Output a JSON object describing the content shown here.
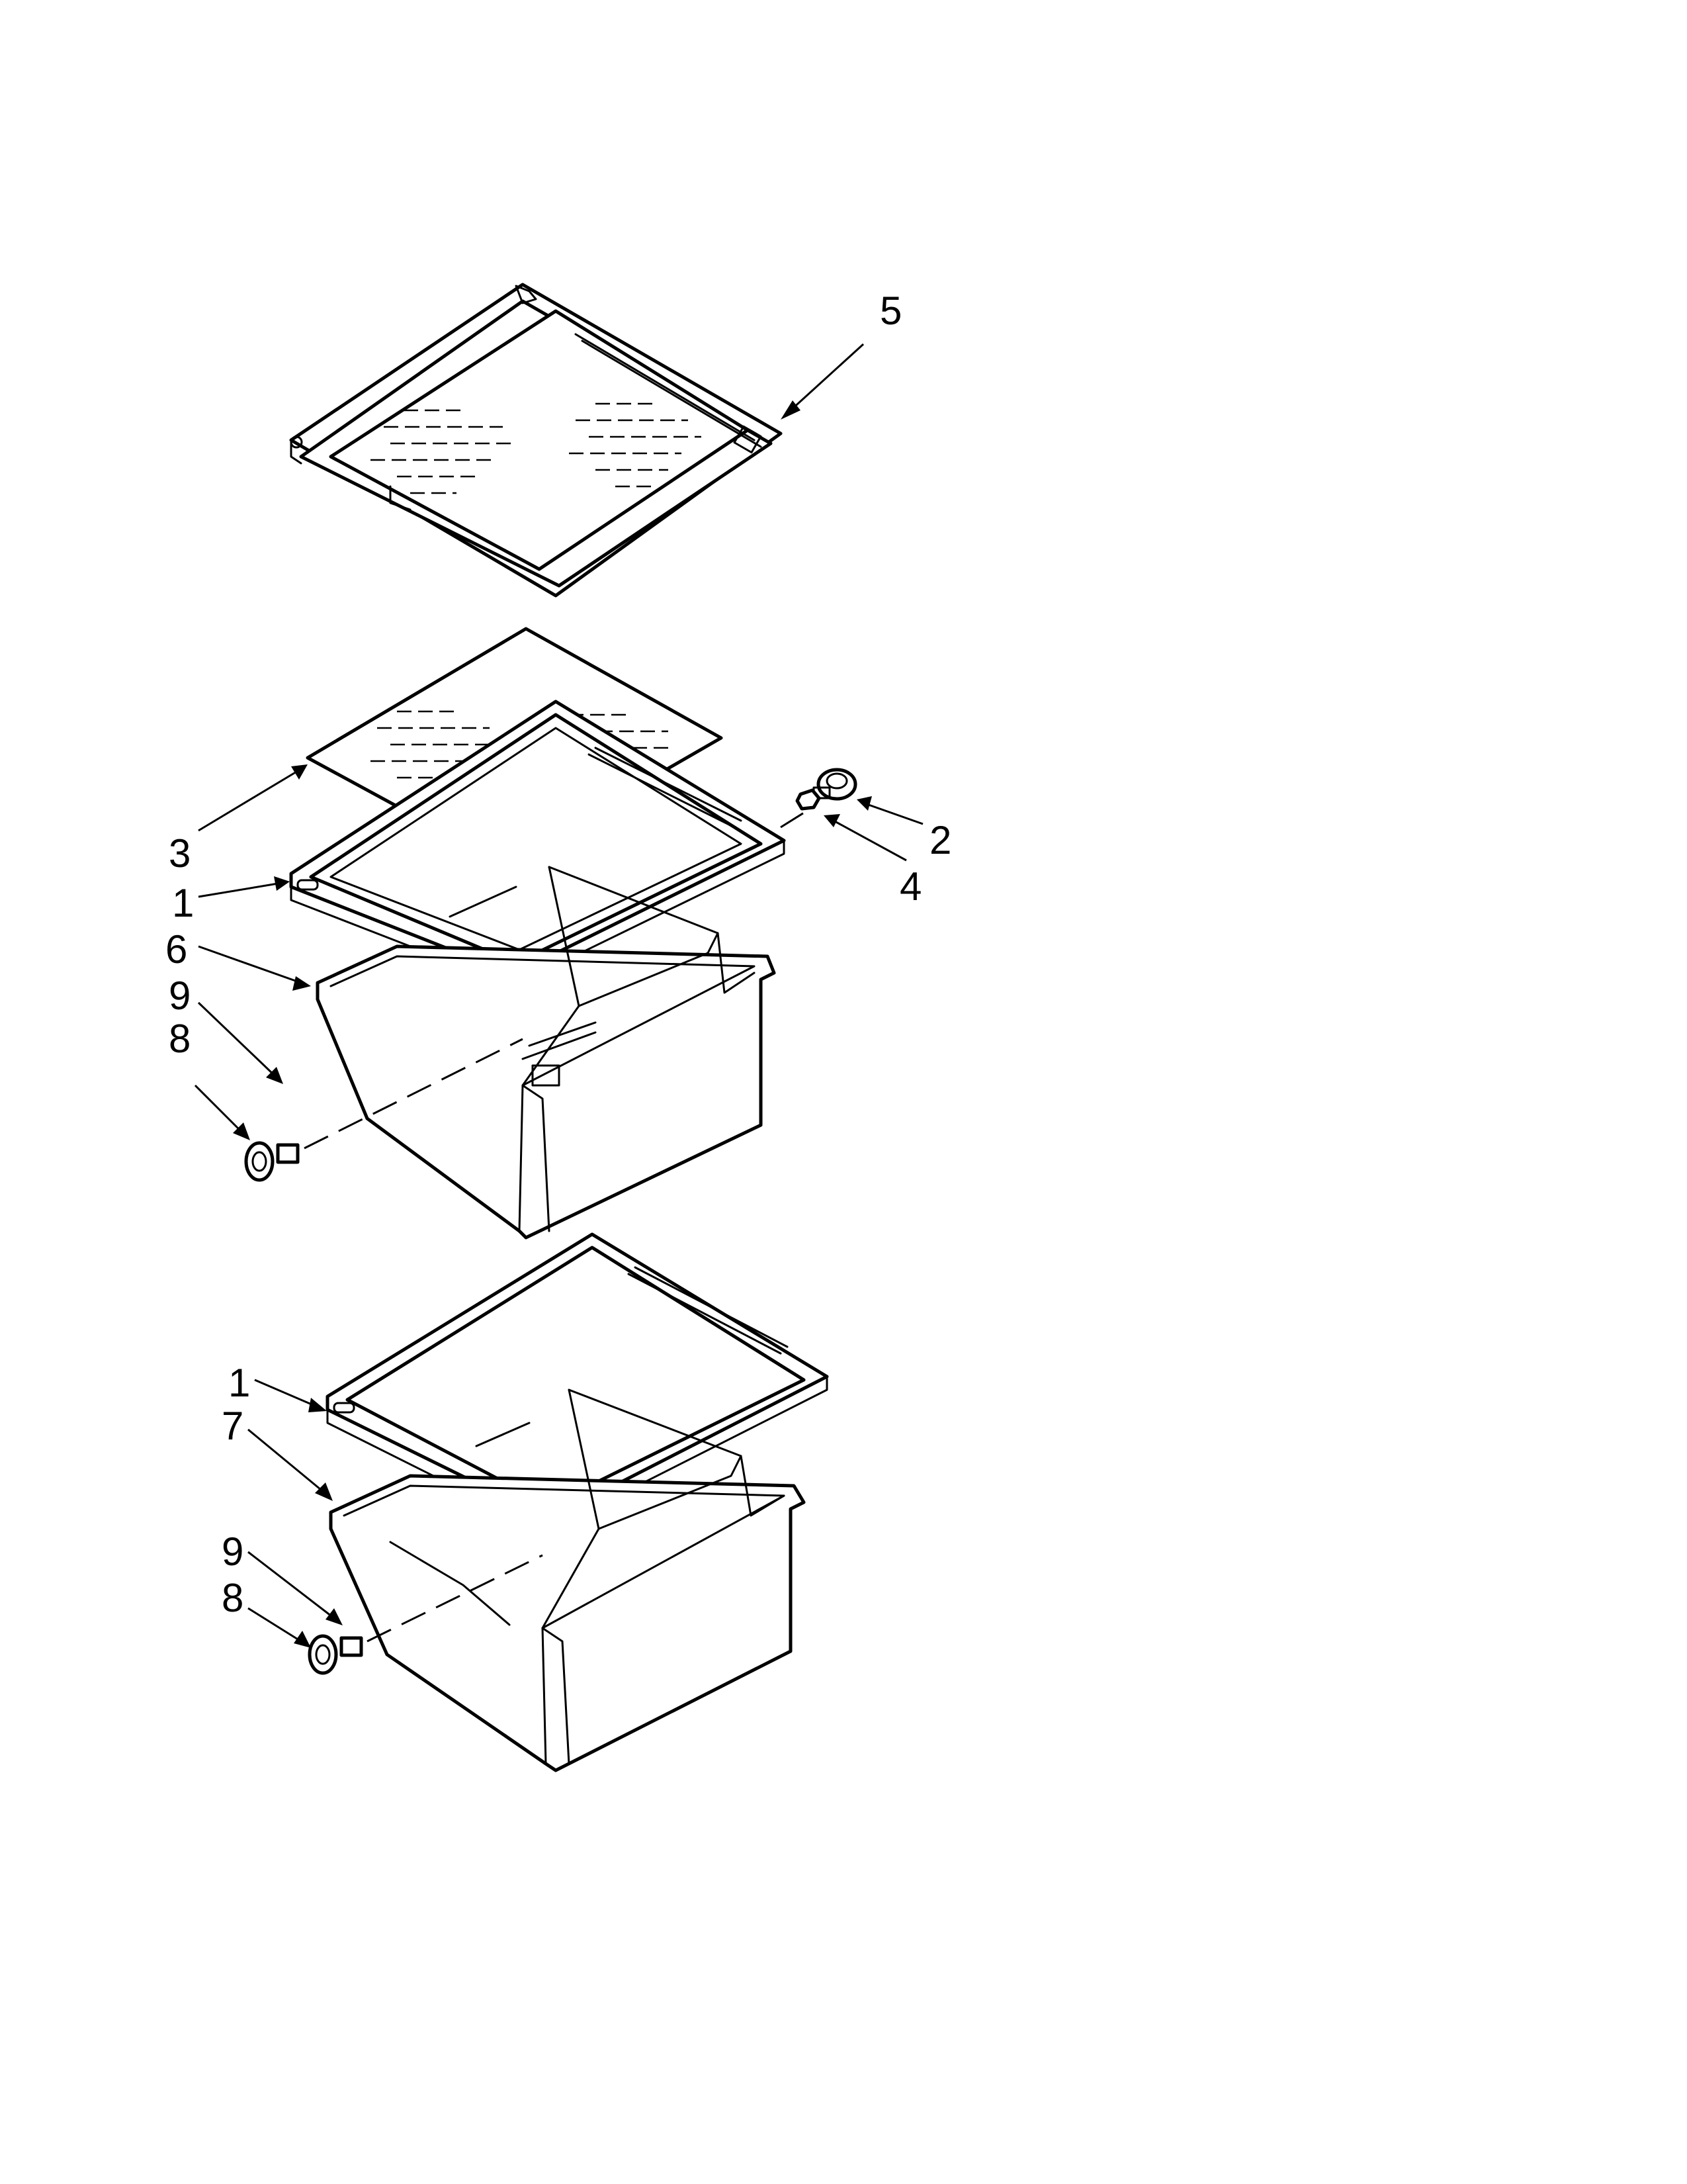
{
  "diagram": {
    "callouts": [
      {
        "id": "c5",
        "label": "5"
      },
      {
        "id": "c3",
        "label": "3"
      },
      {
        "id": "c2",
        "label": "2"
      },
      {
        "id": "c4",
        "label": "4"
      },
      {
        "id": "c1a",
        "label": "1"
      },
      {
        "id": "c6",
        "label": "6"
      },
      {
        "id": "c9a",
        "label": "9"
      },
      {
        "id": "c8a",
        "label": "8"
      },
      {
        "id": "c1b",
        "label": "1"
      },
      {
        "id": "c7",
        "label": "7"
      },
      {
        "id": "c9b",
        "label": "9"
      },
      {
        "id": "c8b",
        "label": "8"
      }
    ]
  }
}
